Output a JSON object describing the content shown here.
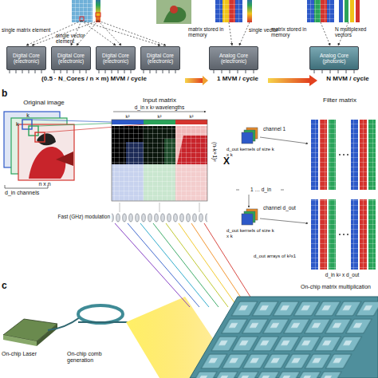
{
  "diagram": {
    "nodes": [
      {
        "text": [
          "Digital Core (electronic)"
        ]
      },
      {
        "text": [
          "Digital Core (electronic)"
        ]
      },
      {
        "text": [
          "Digital Core (electronic)"
        ]
      },
      {
        "text": [
          "Digital Core (electronic)"
        ]
      },
      {
        "text": [
          "Analog Core (electronic)"
        ]
      },
      {
        "text": [
          "Analog Core (photonic)"
        ]
      }
    ],
    "labels": [
      "single matrix element",
      "single vector element",
      "(0.5 · N_Cores / n × m) MVM / cycle",
      "matrix stored in memory",
      "single vector",
      "1 MVM / cycle",
      "matrix stored in memory",
      "N multiplexed vectors",
      "N MVM / cycle",
      "b",
      "Original image",
      "k",
      "k",
      "n x n",
      "d_in channels",
      "Input matrix",
      "d_in x k² wavelengths",
      "k²",
      "k²",
      "k²",
      "(n-k+1)²",
      "Fast (GHz) modulation",
      "X",
      "Filter matrix",
      "channel 1",
      "d_out kernels of size k x k",
      "1 … d_in",
      "channel d_out",
      "d_out kernels of size k x k",
      "d_out arrays of k²x1",
      "d_in k² x d_out",
      "c",
      "On-chip Laser",
      "On-chip comb generation",
      "On-chip matrix multiplication"
    ]
  }
}
